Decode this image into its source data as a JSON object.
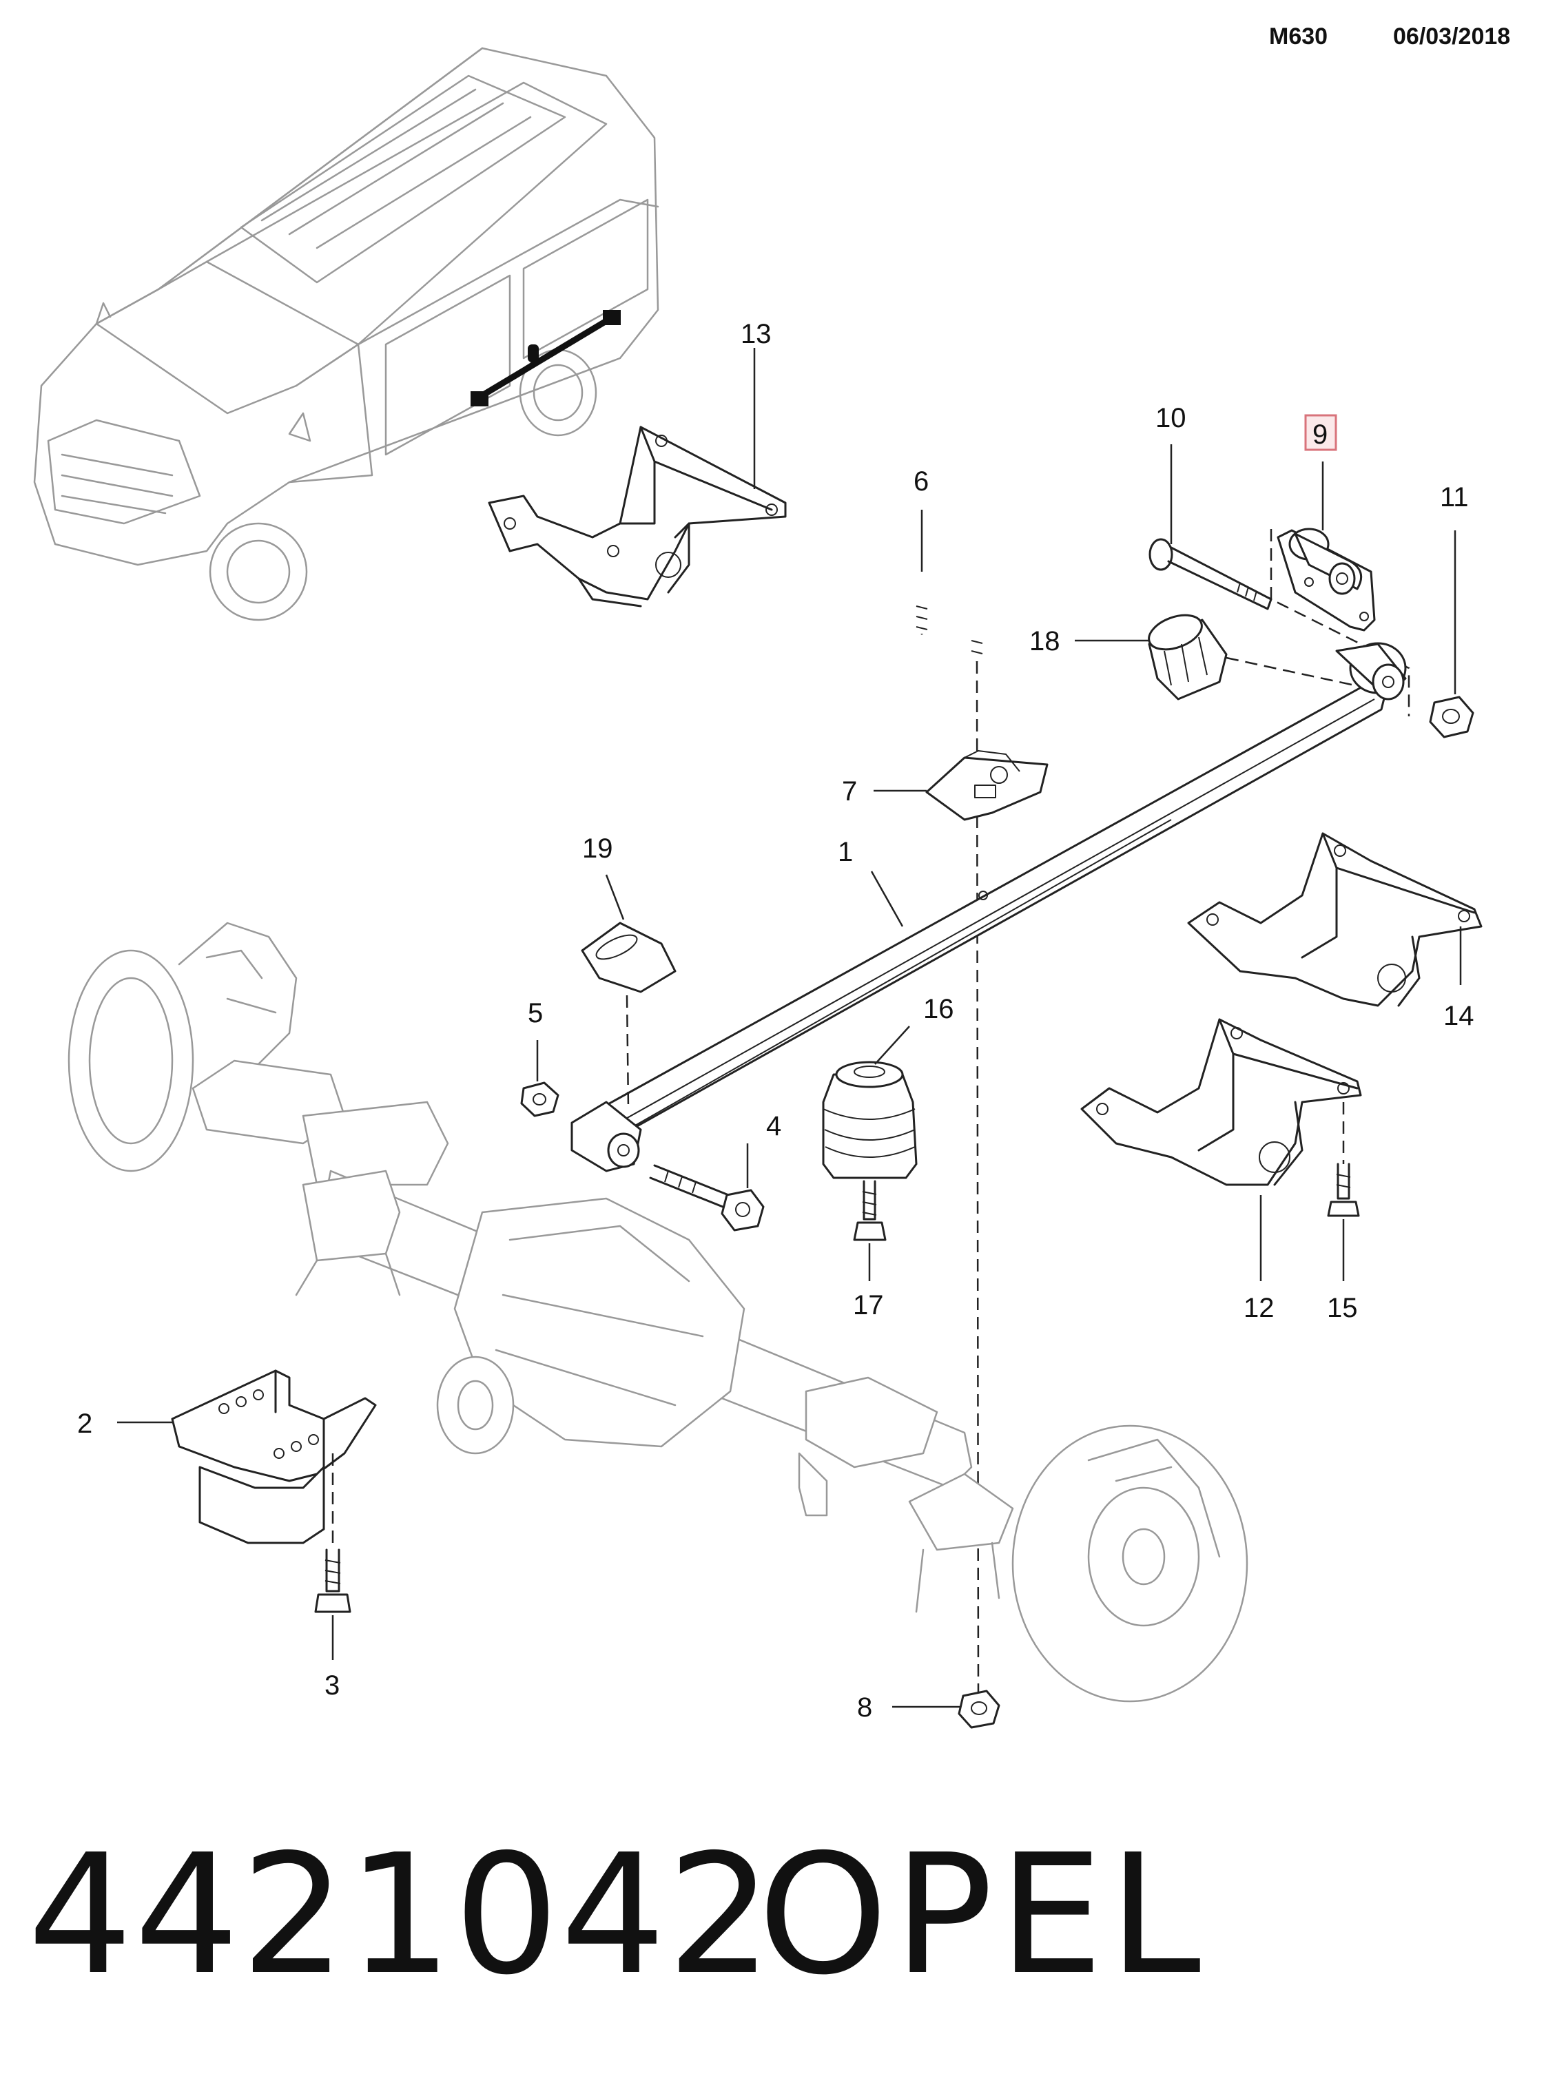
{
  "header": {
    "code": "M630",
    "date": "06/03/2018"
  },
  "footer": {
    "part_number": "4421042",
    "brand": "OPEL"
  },
  "callouts": {
    "c1": "1",
    "c2": "2",
    "c3": "3",
    "c4": "4",
    "c5": "5",
    "c6": "6",
    "c7": "7",
    "c8": "8",
    "c9": "9",
    "c10": "10",
    "c11": "11",
    "c12": "12",
    "c13": "13",
    "c14": "14",
    "c15": "15",
    "c16": "16",
    "c17": "17",
    "c18": "18",
    "c19": "19"
  },
  "highlight_color": "#d8737b"
}
